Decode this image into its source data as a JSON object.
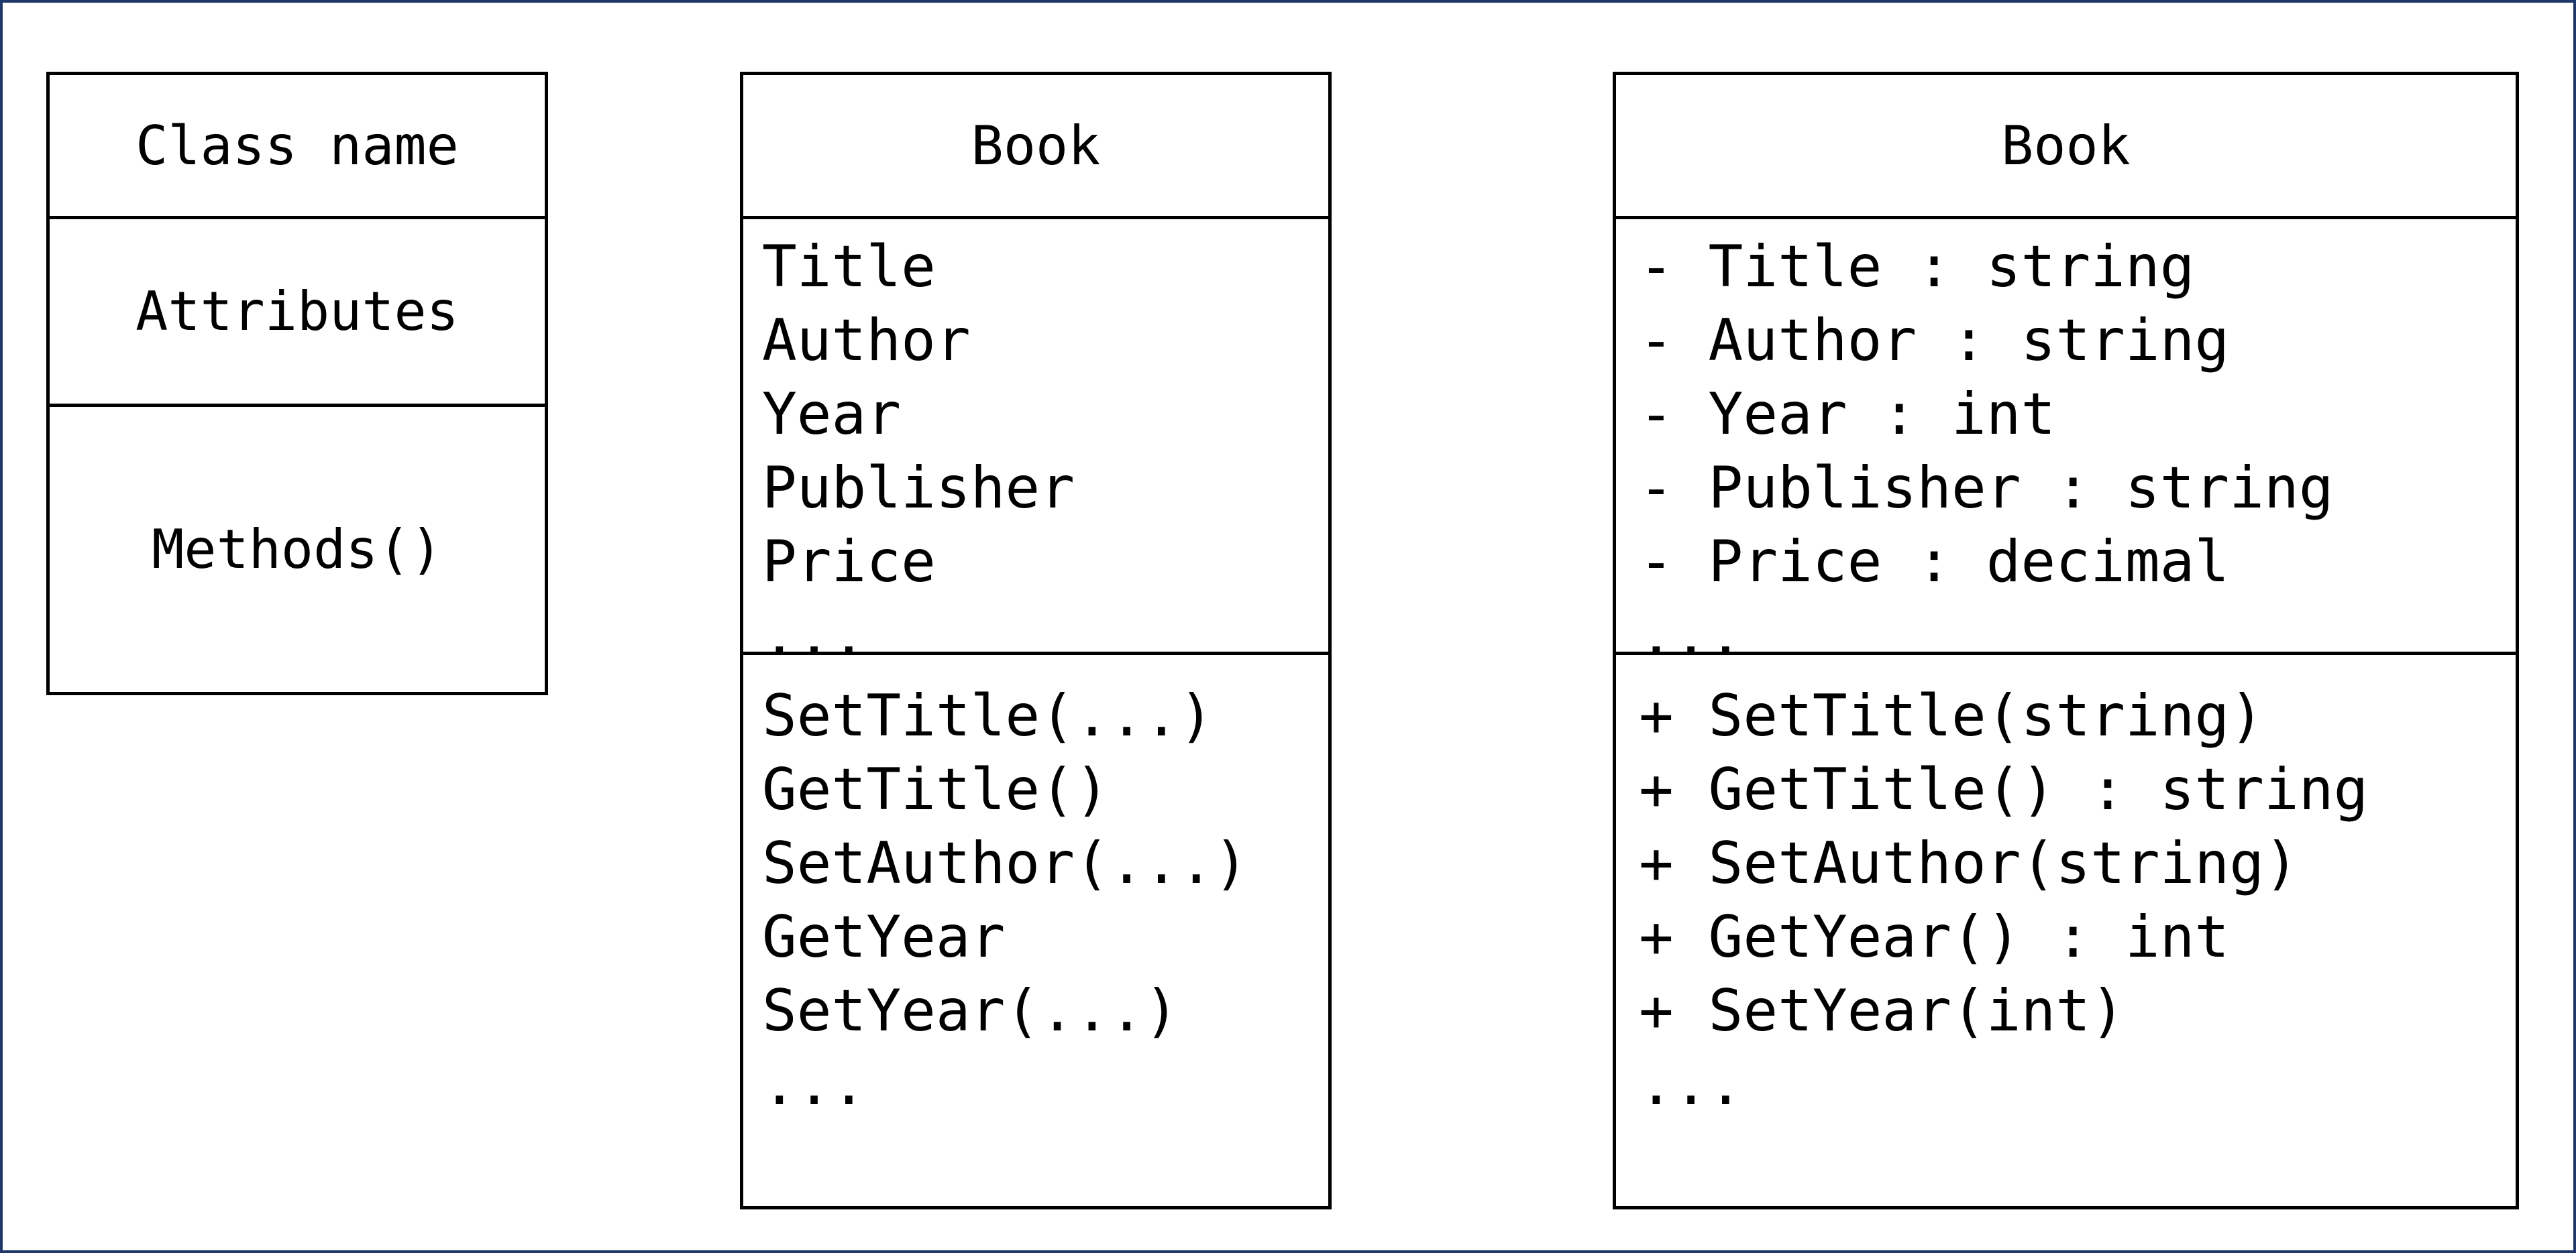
{
  "legend": {
    "class_name": "Class name",
    "attributes": "Attributes",
    "methods": "Methods()"
  },
  "book_simple": {
    "name": "Book",
    "attributes": [
      "Title",
      "Author",
      "Year",
      "Publisher",
      "Price",
      "..."
    ],
    "methods": [
      "SetTitle(...)",
      "GetTitle()",
      "SetAuthor(...)",
      "GetYear",
      "SetYear(...)",
      "..."
    ]
  },
  "book_detailed": {
    "name": "Book",
    "attributes": [
      "- Title : string",
      "- Author : string",
      "- Year : int",
      "- Publisher : string",
      "- Price : decimal",
      "..."
    ],
    "methods": [
      "+ SetTitle(string)",
      "+ GetTitle() : string",
      "+ SetAuthor(string)",
      "+ GetYear() : int",
      "+ SetYear(int)",
      "..."
    ]
  }
}
